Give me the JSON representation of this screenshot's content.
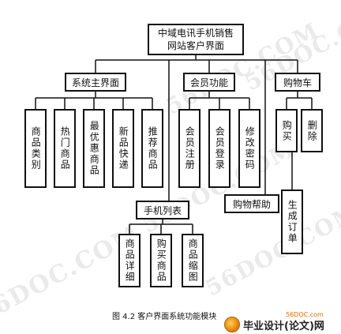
{
  "diagram": {
    "root": "中域电讯手机销售网站客户界面",
    "level1": {
      "system_main": "系统主界面",
      "member": "会员功能",
      "cart": "购物车",
      "phone_list": "手机列表",
      "help": "购物帮助"
    },
    "system_main_children": [
      "商品类别",
      "热门商品",
      "最优惠商品",
      "新品快递",
      "推荐商品"
    ],
    "member_children": [
      "会员注册",
      "会员登录",
      "修改密码"
    ],
    "cart_children": [
      "购买",
      "删除"
    ],
    "buy_children": [
      "生成订单"
    ],
    "phone_list_children": [
      "商品详细",
      "购买商品",
      "商品缩图"
    ]
  },
  "caption": "图 4.2  客户界面系统功能模块",
  "watermark": "56DOC.COM",
  "footer": {
    "site": "56DOC.com",
    "logo_text": "毕业设计(论文)网"
  }
}
